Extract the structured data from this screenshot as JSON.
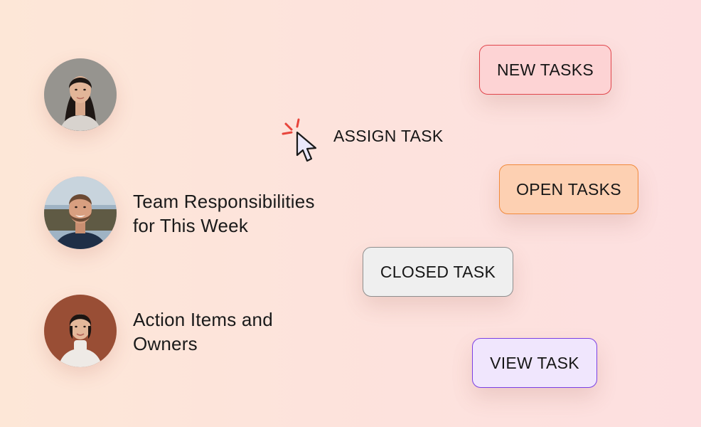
{
  "people": [
    {
      "name": "avatar-woman-dark-hair"
    },
    {
      "name": "avatar-man-beard",
      "caption": "Team Responsibilities\nfor This Week"
    },
    {
      "name": "avatar-woman-white-turtleneck",
      "caption": "Action Items and\nOwners"
    }
  ],
  "action": {
    "label": "ASSIGN TASK",
    "icon": "cursor-click-icon"
  },
  "chips": {
    "new": "NEW TASKS",
    "open": "OPEN TASKS",
    "closed": "CLOSED TASK",
    "view": "VIEW TASK"
  },
  "colors": {
    "new_fill": "#fdd3d4",
    "new_border": "#e1464c",
    "open_fill": "#fdd0b2",
    "open_border": "#f28a3b",
    "closed_fill": "#efefef",
    "closed_border": "#8e8e8e",
    "view_fill": "#f0e6fd",
    "view_border": "#7b3fe4",
    "click_spark": "#e8453c"
  }
}
